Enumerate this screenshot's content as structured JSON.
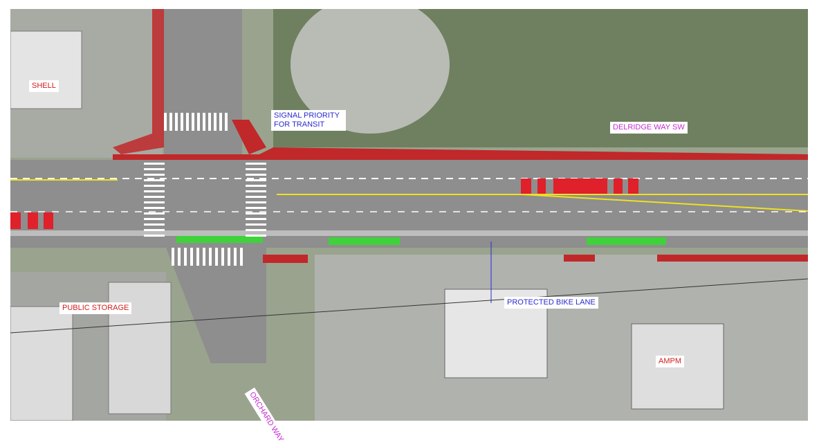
{
  "labels": {
    "shell": "SHELL",
    "signal_priority": "SIGNAL PRIORITY FOR TRANSIT",
    "street_main": "DELRIDGE WAY SW",
    "public_storage": "PUBLIC STORAGE",
    "bike_lane": "PROTECTED BIKE LANE",
    "ampm": "AMPM",
    "street_cross": "ORCHARD WAY"
  },
  "colors": {
    "road": "#8e8e8e",
    "bike_lane": "#3fd23a",
    "bus_lane": "#e0202a",
    "center_line": "#f0e020",
    "label_business": "#d21c1c",
    "label_callout": "#2a2ad0",
    "label_street": "#c62ad0"
  }
}
